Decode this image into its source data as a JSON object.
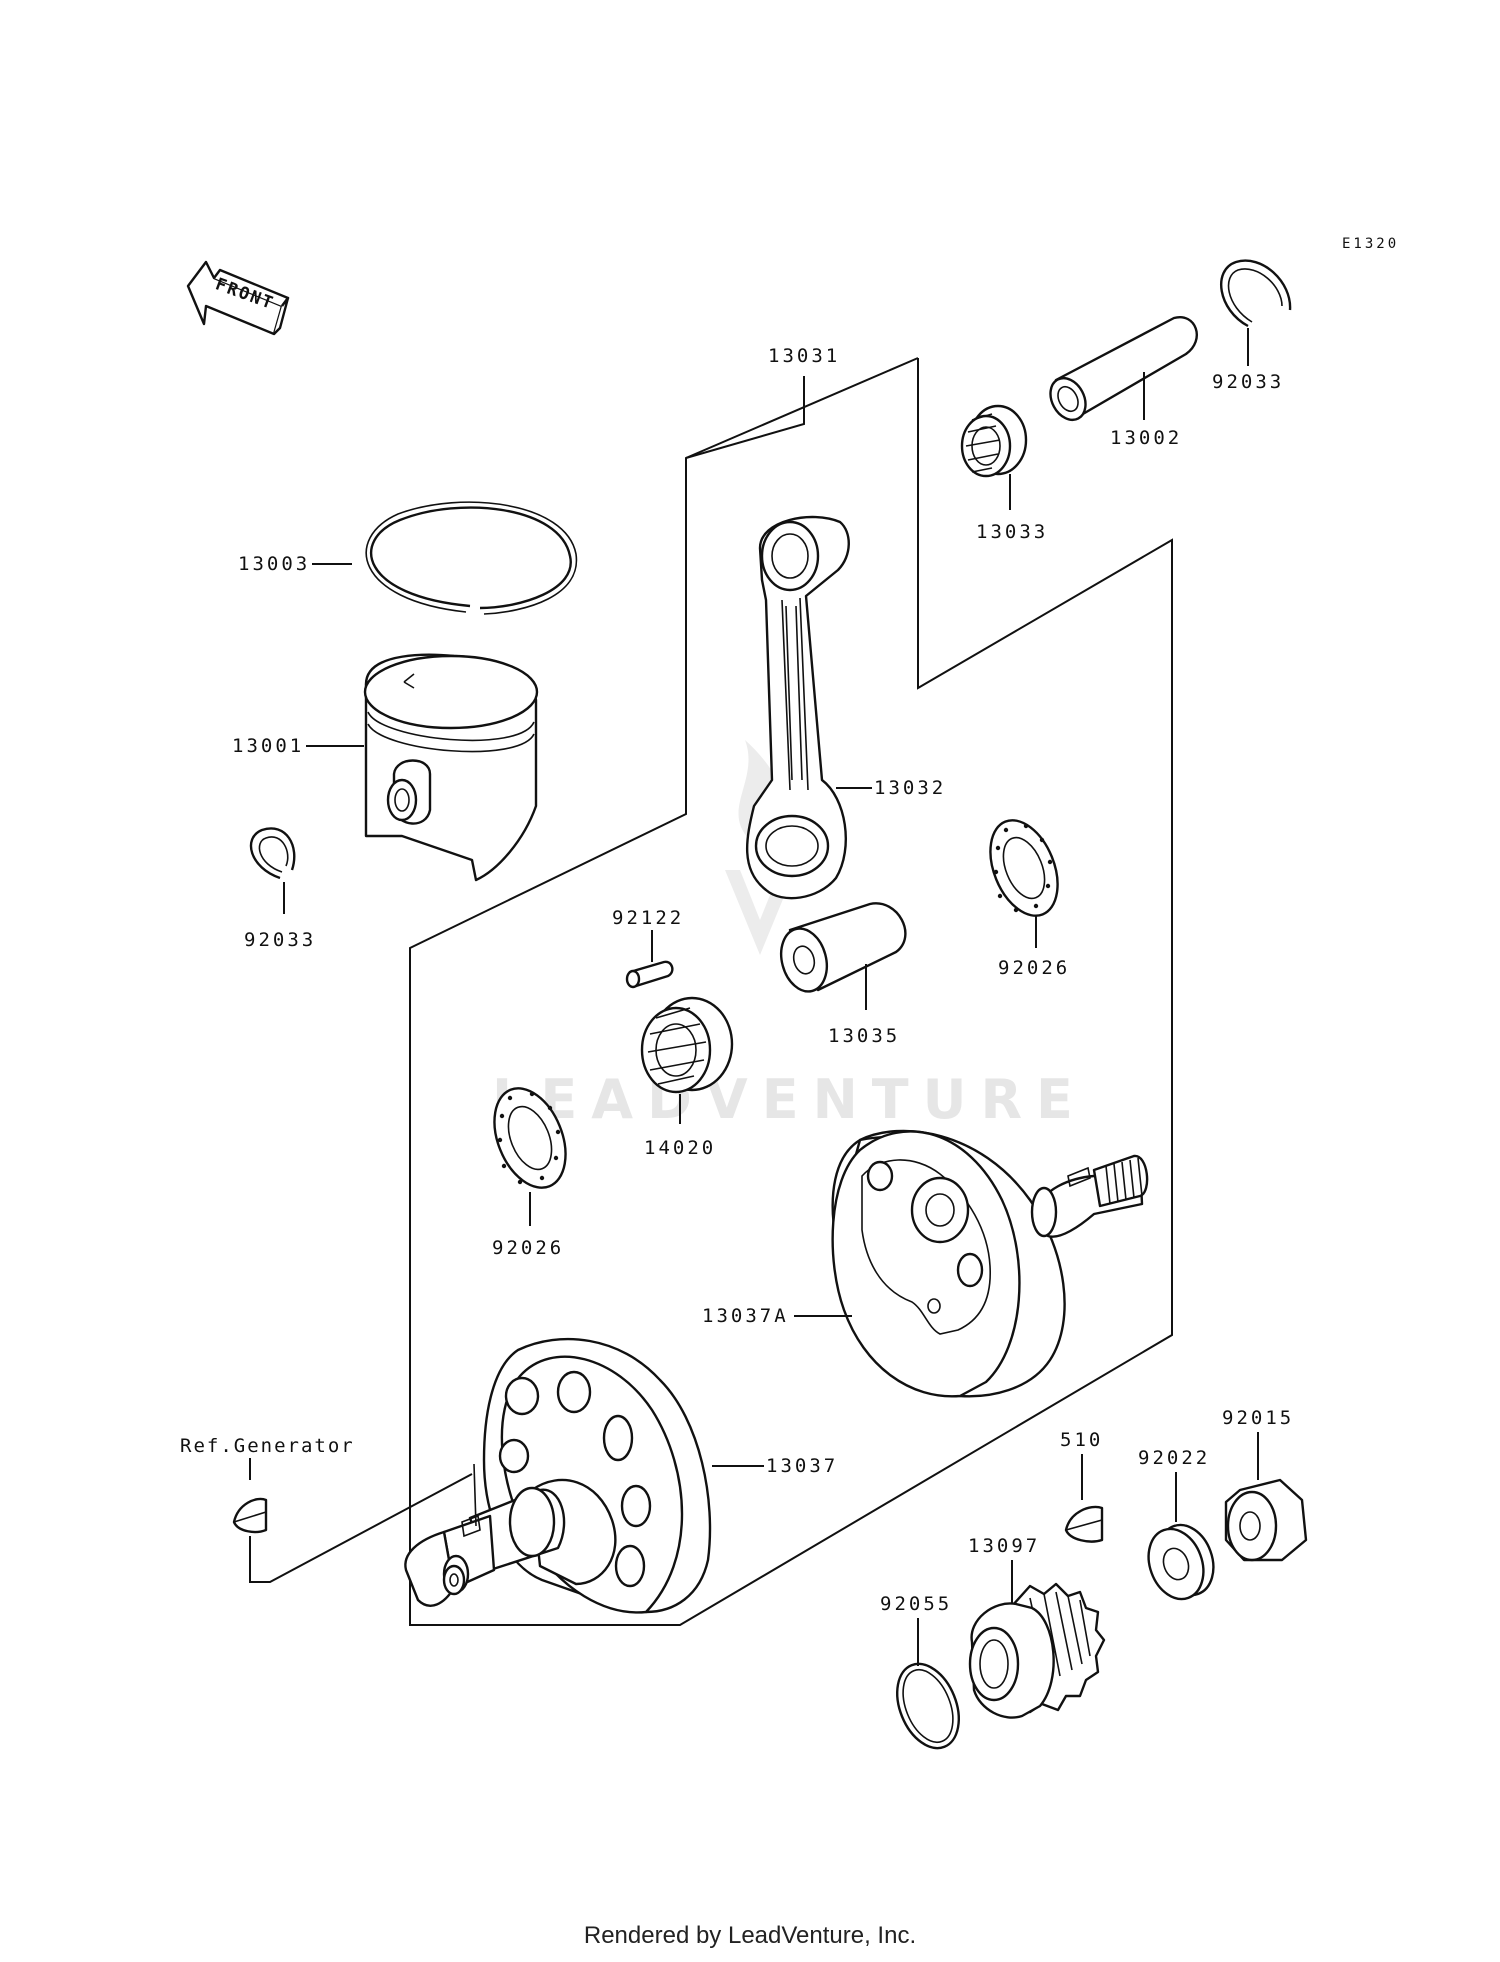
{
  "diagram": {
    "code": "E1320",
    "front_label": "FRONT",
    "watermark": "LEADVENTURE",
    "footer": "Rendered by LeadVenture, Inc."
  },
  "labels": {
    "p13031": "13031",
    "p13002": "13002",
    "p92033_top": "92033",
    "p13033": "13033",
    "p13003": "13003",
    "p13001": "13001",
    "p92033_left": "92033",
    "p13032": "13032",
    "p92026_right": "92026",
    "p92122": "92122",
    "p13035": "13035",
    "p14020": "14020",
    "p92026_left": "92026",
    "p13037A": "13037A",
    "ref_generator": "Ref.Generator",
    "p13037": "13037",
    "p510": "510",
    "p92022": "92022",
    "p92015": "92015",
    "p13097": "13097",
    "p92055": "92055"
  }
}
